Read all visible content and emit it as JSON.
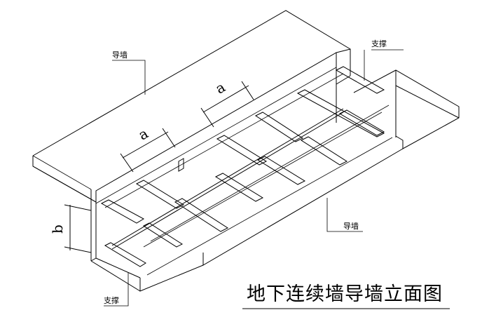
{
  "title": "地下连续墙导墙立面图",
  "labels": {
    "guide_wall_top": "导墙",
    "guide_wall_bottom": "导墙",
    "support_top": "支撑",
    "support_bottom": "支撑"
  },
  "dimensions": {
    "spacing_left": "a",
    "spacing_right": "a",
    "height": "b"
  }
}
